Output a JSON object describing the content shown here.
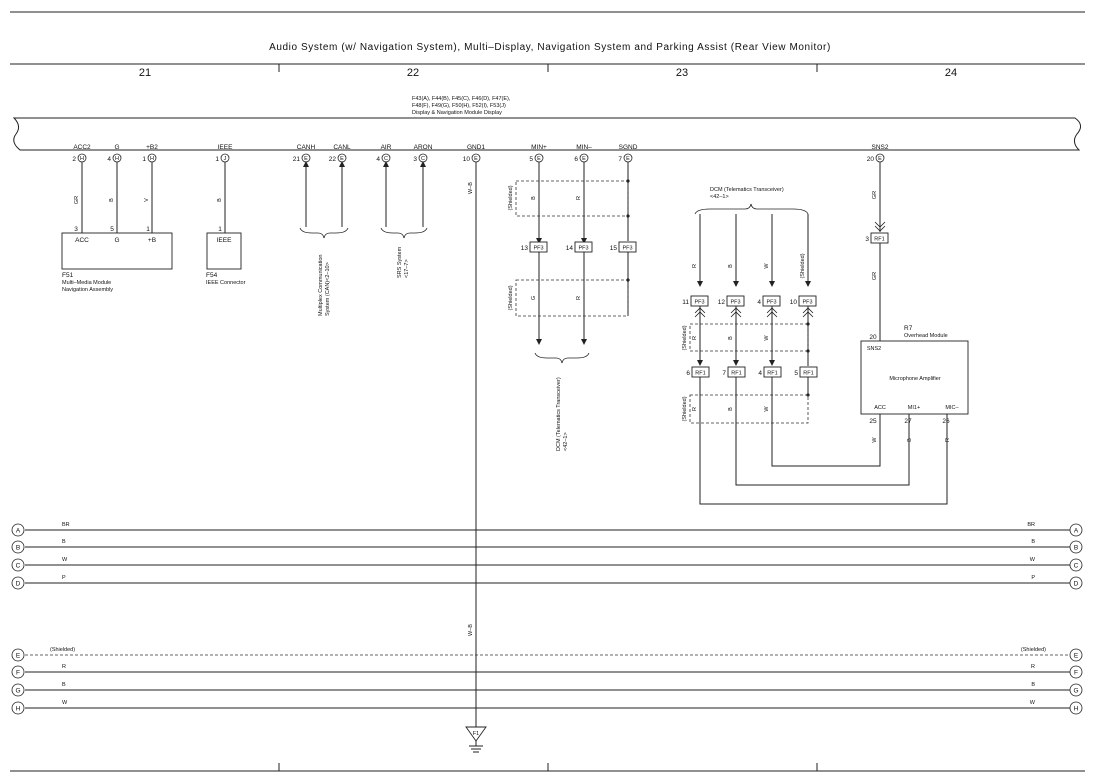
{
  "title": "Audio System (w/ Navigation System),  Multi–Display,  Navigation System and Parking Assist (Rear View Monitor)",
  "columns": [
    "21",
    "22",
    "23",
    "24"
  ],
  "display_module": {
    "connectors_line1": "F43(A), F44(B), F45(C), F46(D), F47(E),",
    "connectors_line2": "F48(F), F49(G), F50(H), F52(I), F53(J)",
    "name": "Display & Navigation Module Display"
  },
  "pins": [
    {
      "name": "ACC2",
      "num": "2",
      "letter": "H"
    },
    {
      "name": "G",
      "num": "4",
      "letter": "H"
    },
    {
      "name": "+B2",
      "num": "1",
      "letter": "H"
    },
    {
      "name": "IEEE",
      "num": "1",
      "letter": "J"
    },
    {
      "name": "CANH",
      "num": "21",
      "letter": "E"
    },
    {
      "name": "CANL",
      "num": "22",
      "letter": "E"
    },
    {
      "name": "AIR",
      "num": "4",
      "letter": "C"
    },
    {
      "name": "ARON",
      "num": "3",
      "letter": "C"
    },
    {
      "name": "GND1",
      "num": "10",
      "letter": "E"
    },
    {
      "name": "MIN+",
      "num": "5",
      "letter": "E"
    },
    {
      "name": "MIN–",
      "num": "6",
      "letter": "E"
    },
    {
      "name": "SGND",
      "num": "7",
      "letter": "E"
    },
    {
      "name": "SNS2",
      "num": "20",
      "letter": "E"
    }
  ],
  "wire_colors": {
    "acc": "GR",
    "g": "B",
    "b2": "V",
    "ieee": "B",
    "gnd": "W–B",
    "min_plus": "B",
    "min_minus": "R",
    "sns2": "GR"
  },
  "f51": {
    "pin_nums": [
      "3",
      "5",
      "1"
    ],
    "pin_names": [
      "ACC",
      "G",
      "+B"
    ],
    "id": "F51",
    "name_line1": "Multi–Media Module",
    "name_line2": "Navigation Assembly"
  },
  "f54": {
    "pin_num": "1",
    "pin_name": "IEEE",
    "id": "F54",
    "name": "IEEE Connector"
  },
  "can_ref": {
    "line1": "Multiplex Communication",
    "line2": "System (CAN)<2–10>"
  },
  "srs_ref": {
    "line1": "SRS System",
    "line2": "<17–7>"
  },
  "shielded": "(Shielded)",
  "pf3_left": [
    {
      "num": "13",
      "id": "PF3"
    },
    {
      "num": "14",
      "id": "PF3"
    },
    {
      "num": "15",
      "id": "PF3"
    }
  ],
  "pf3_left_colors": [
    "G",
    "R"
  ],
  "dcm_bottom": {
    "line1": "DCM (Telematics Transceiver)",
    "line2": "<42–1>"
  },
  "dcm_top": {
    "line1": "DCM (Telematics Transceiver)",
    "line2": "<42–1>"
  },
  "dcm_wire_colors": [
    "R",
    "B",
    "W",
    "(Shielded)"
  ],
  "pf3_right": [
    {
      "num": "11",
      "id": "PF3"
    },
    {
      "num": "12",
      "id": "PF3"
    },
    {
      "num": "4",
      "id": "PF3"
    },
    {
      "num": "10",
      "id": "PF3"
    }
  ],
  "mid_colors": [
    "R",
    "B",
    "W"
  ],
  "rf1_bottom": [
    {
      "num": "6",
      "id": "RF1"
    },
    {
      "num": "7",
      "id": "RF1"
    },
    {
      "num": "4",
      "id": "RF1"
    },
    {
      "num": "5",
      "id": "RF1"
    }
  ],
  "lower_colors": [
    "R",
    "B",
    "W"
  ],
  "rf1_top": {
    "num": "3",
    "id": "RF1"
  },
  "rf1_color": "GR",
  "r7": {
    "id": "R7",
    "name": "Overhead Module",
    "in_pin": "20",
    "in_name": "SNS2",
    "amp": "Microphone Amplifier",
    "pin_names": [
      "ACC",
      "MI1+",
      "MIC–"
    ],
    "pin_nums": [
      "25",
      "27",
      "26"
    ],
    "pin_colors": [
      "W",
      "B",
      "R"
    ]
  },
  "buses": [
    {
      "letter": "A",
      "color": "BR"
    },
    {
      "letter": "B",
      "color": "B"
    },
    {
      "letter": "C",
      "color": "W"
    },
    {
      "letter": "D",
      "color": "P"
    },
    {
      "letter": "E",
      "color": "(Shielded)"
    },
    {
      "letter": "F",
      "color": "R"
    },
    {
      "letter": "G",
      "color": "B"
    },
    {
      "letter": "H",
      "color": "W"
    }
  ],
  "ground": {
    "label": "F1"
  }
}
